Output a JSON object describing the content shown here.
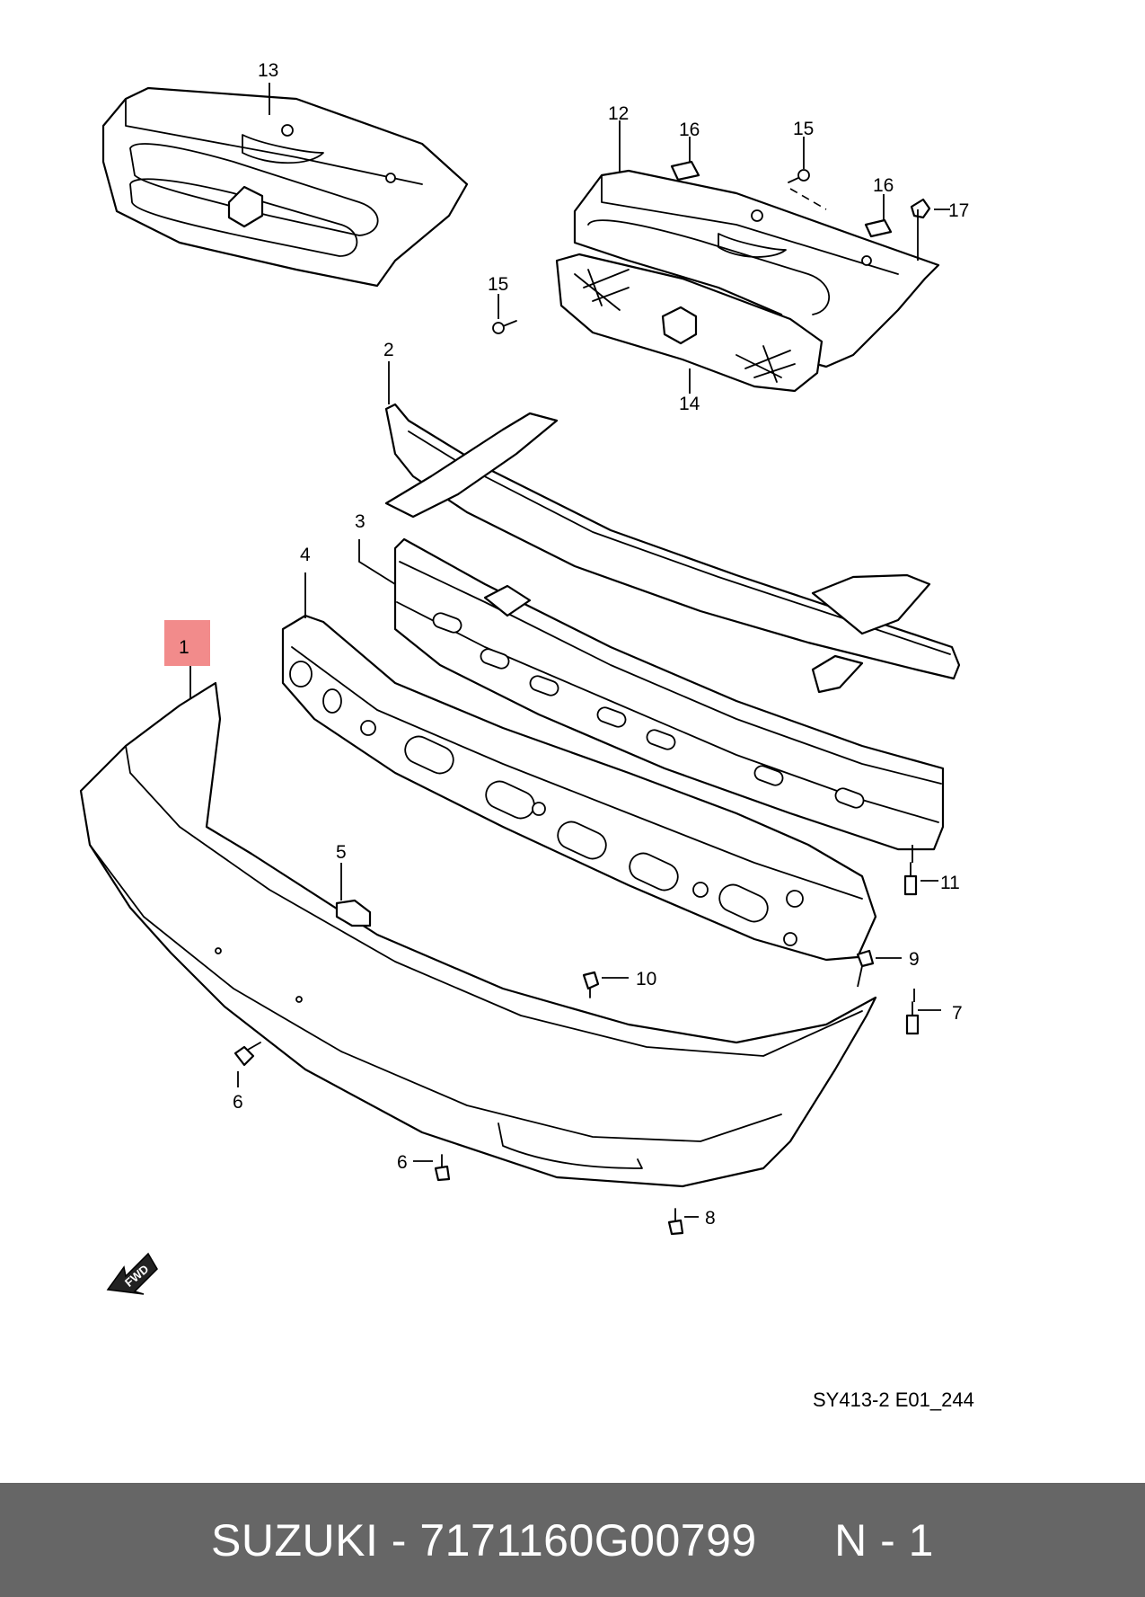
{
  "diagram": {
    "callouts": [
      "1",
      "2",
      "3",
      "4",
      "5",
      "6",
      "6",
      "7",
      "8",
      "9",
      "10",
      "11",
      "12",
      "13",
      "14",
      "15",
      "15",
      "16",
      "16",
      "17"
    ],
    "highlight_color": "#f28b8b",
    "fwd_label": "FWD",
    "reference_code": "SY413-2 E01_244"
  },
  "footer": {
    "brand": "SUZUKI",
    "separator": " - ",
    "part_number": "7171160G00799",
    "position": "N - 1",
    "background": "#666666"
  }
}
